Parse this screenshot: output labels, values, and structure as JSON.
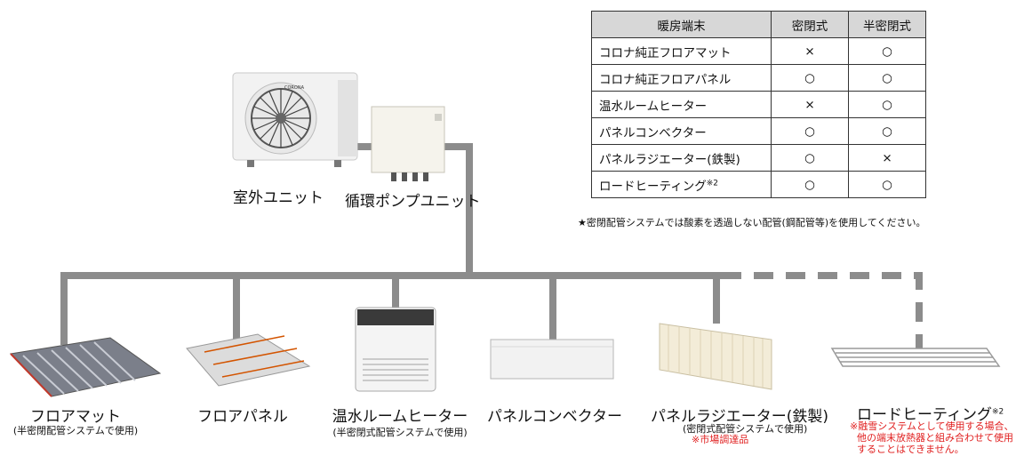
{
  "table": {
    "headers": [
      "暖房端末",
      "密閉式",
      "半密閉式"
    ],
    "rows": [
      {
        "name": "コロナ純正フロアマット",
        "sealed": "×",
        "semi": "○"
      },
      {
        "name": "コロナ純正フロアパネル",
        "sealed": "○",
        "semi": "○"
      },
      {
        "name": "温水ルームヒーター",
        "sealed": "×",
        "semi": "○"
      },
      {
        "name": "パネルコンベクター",
        "sealed": "○",
        "semi": "○"
      },
      {
        "name": "パネルラジエーター(鉄製)",
        "sealed": "○",
        "semi": "×"
      },
      {
        "name": "ロードヒーティング",
        "name_sup": "※2",
        "sealed": "○",
        "semi": "○"
      }
    ],
    "footnote": "★密閉配管システムでは酸素を透過しない配管(鋼配管等)を使用してください。"
  },
  "units": {
    "outdoor": "室外ユニット",
    "pump": "循環ポンプユニット",
    "brand": "CORONA"
  },
  "terminals": {
    "floor_mat": {
      "label": "フロアマット",
      "sub": "(半密閉配管システムで使用)"
    },
    "floor_panel": {
      "label": "フロアパネル"
    },
    "room_heater": {
      "label": "温水ルームヒーター",
      "sub": "(半密閉式配管システムで使用)"
    },
    "convector": {
      "label": "パネルコンベクター"
    },
    "radiator": {
      "label": "パネルラジエーター(鉄製)",
      "sub": "(密閉式配管システムで使用)",
      "note": "※市場調達品"
    },
    "road_heating": {
      "label": "ロードヒーティング",
      "sup": "※2",
      "note_lines": [
        "※融雪システムとして使用する場合、",
        "他の端末放熱器と組み合わせて使用",
        "することはできません。"
      ]
    }
  },
  "colors": {
    "pipe": "#8c8c8c",
    "note_red": "#e02020",
    "header_bg": "#d7d7d7"
  }
}
